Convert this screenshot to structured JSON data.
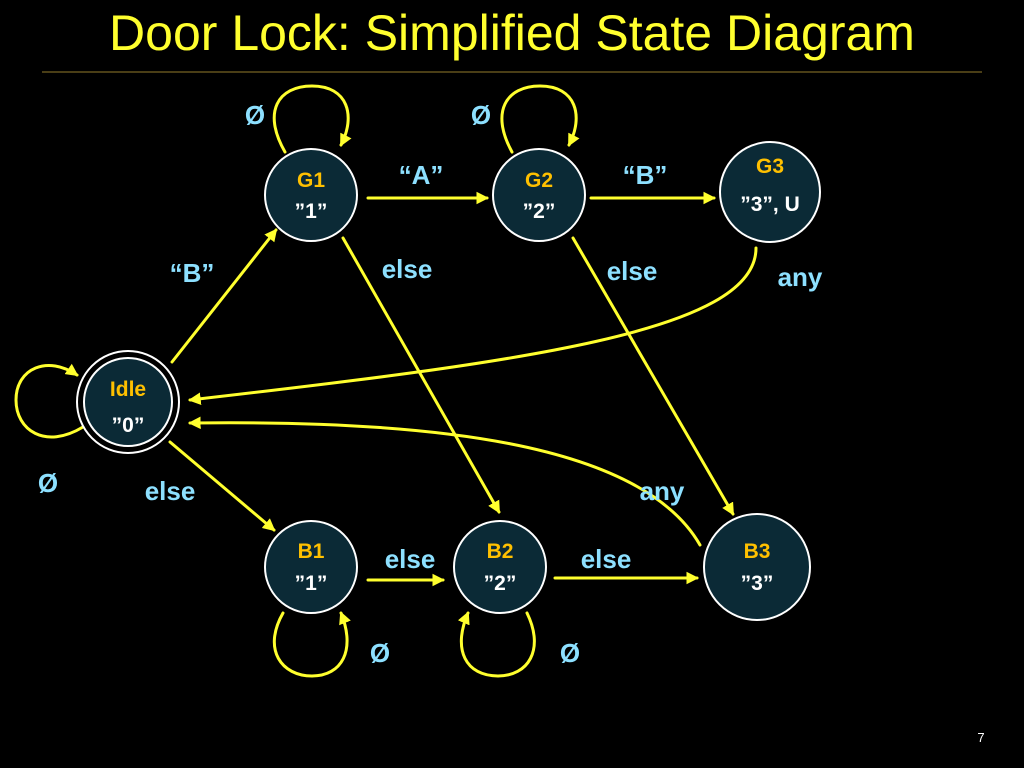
{
  "slide": {
    "title": "Door Lock: Simplified State Diagram",
    "page_number": "7"
  },
  "colors": {
    "background": "#000000",
    "title": "#FFFF2E",
    "arrow": "#FFFF2E",
    "node_fill": "#0B2A36",
    "node_stroke": "#FFFFFF",
    "state_name": "#FFC000",
    "state_output": "#FFFFFF",
    "edge_label": "#8DE0FF"
  },
  "states": {
    "idle": {
      "name": "Idle",
      "output": "”0”"
    },
    "g1": {
      "name": "G1",
      "output": "”1”"
    },
    "g2": {
      "name": "G2",
      "output": "”2”"
    },
    "g3": {
      "name": "G3",
      "output": "”3”, U"
    },
    "b1": {
      "name": "B1",
      "output": "”1”"
    },
    "b2": {
      "name": "B2",
      "output": "”2”"
    },
    "b3": {
      "name": "B3",
      "output": "”3”"
    }
  },
  "transitions": {
    "g1_self": "Ø",
    "g2_self": "Ø",
    "idle_self": "Ø",
    "b1_self": "Ø",
    "b2_self": "Ø",
    "g1_to_g2": "“A”",
    "g2_to_g3": "“B”",
    "idle_to_g1": "“B”",
    "g1_to_b2": "else",
    "g2_to_b3": "else",
    "g3_to_idle": "any",
    "idle_to_b1": "else",
    "b3_to_idle": "any",
    "b1_to_b2": "else",
    "b2_to_b3": "else"
  }
}
